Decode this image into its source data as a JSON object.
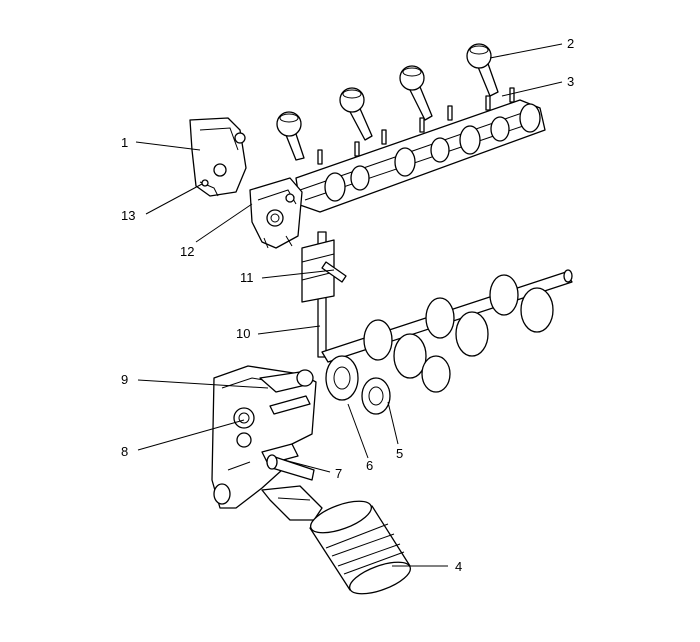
{
  "figure": {
    "callouts": [
      {
        "id": "1",
        "label": "1"
      },
      {
        "id": "2",
        "label": "2"
      },
      {
        "id": "3",
        "label": "3"
      },
      {
        "id": "4",
        "label": "4"
      },
      {
        "id": "5",
        "label": "5"
      },
      {
        "id": "6",
        "label": "6"
      },
      {
        "id": "7",
        "label": "7"
      },
      {
        "id": "8",
        "label": "8"
      },
      {
        "id": "9",
        "label": "9"
      },
      {
        "id": "10",
        "label": "10"
      },
      {
        "id": "11",
        "label": "11"
      },
      {
        "id": "12",
        "label": "12"
      },
      {
        "id": "13",
        "label": "13"
      }
    ]
  },
  "colors": {
    "stroke": "#000000",
    "background": "#ffffff"
  }
}
